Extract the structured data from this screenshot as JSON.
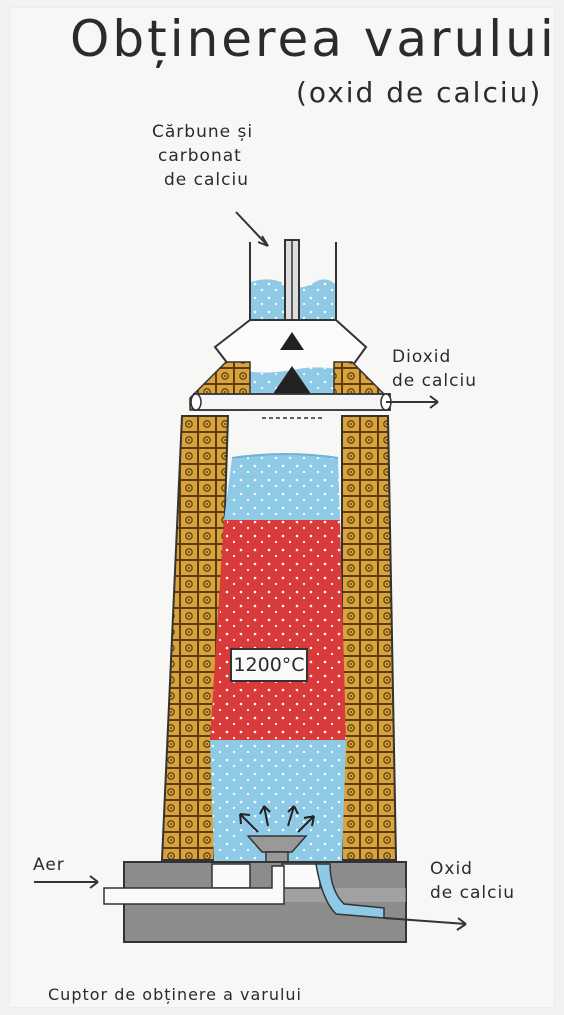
{
  "title": "Obținerea varului",
  "subtitle": "(oxid de calciu)",
  "labels": {
    "input_line1": "Cărbune și",
    "input_line2": "carbonat",
    "input_line3": "de calciu",
    "dioxid_line1": "Dioxid",
    "dioxid_line2": "de calciu",
    "aer": "Aer",
    "oxid_line1": "Oxid",
    "oxid_line2": "de calciu"
  },
  "temperature": "1200°C",
  "caption": "Cuptor de obținere a varului",
  "colors": {
    "brick": "#d9a23a",
    "limestone_blue": "#8ecae6",
    "hot_zone_red": "#d93a3a",
    "base_gray": "#8c8c8c"
  }
}
